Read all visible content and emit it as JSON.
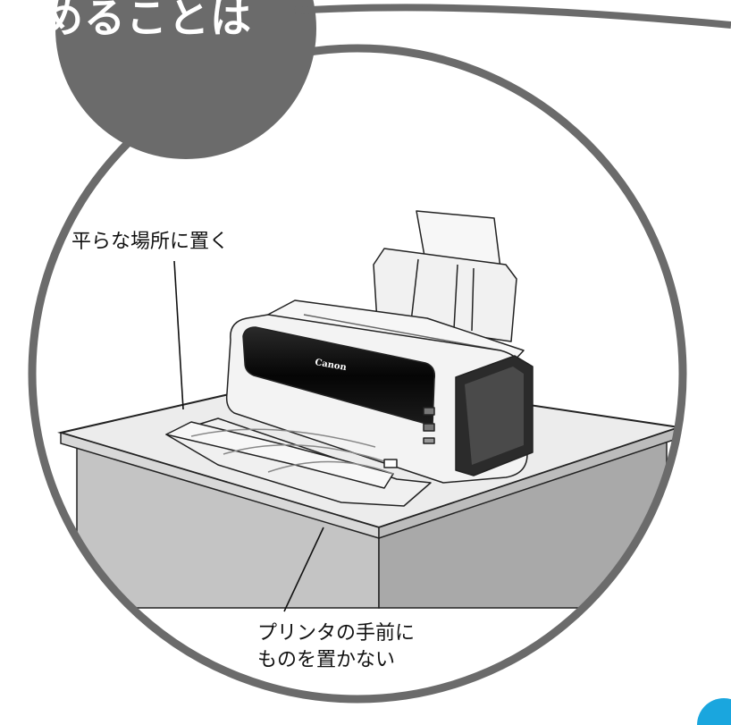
{
  "heading": {
    "title": "決めることは"
  },
  "callouts": {
    "flat_place": "平らな場所に置く",
    "front_line1": "プリンタの手前に",
    "front_line2": "ものを置かない"
  },
  "printer": {
    "brand": "Canon"
  },
  "colors": {
    "frame_gray": "#6b6b6b",
    "table_top": "#ebebeb",
    "table_side": "#bdbdbd",
    "table_dark": "#a8a8a8",
    "printer_body": "#f4f4f4",
    "printer_black": "#111111",
    "accent_blue": "#1aa6de"
  }
}
